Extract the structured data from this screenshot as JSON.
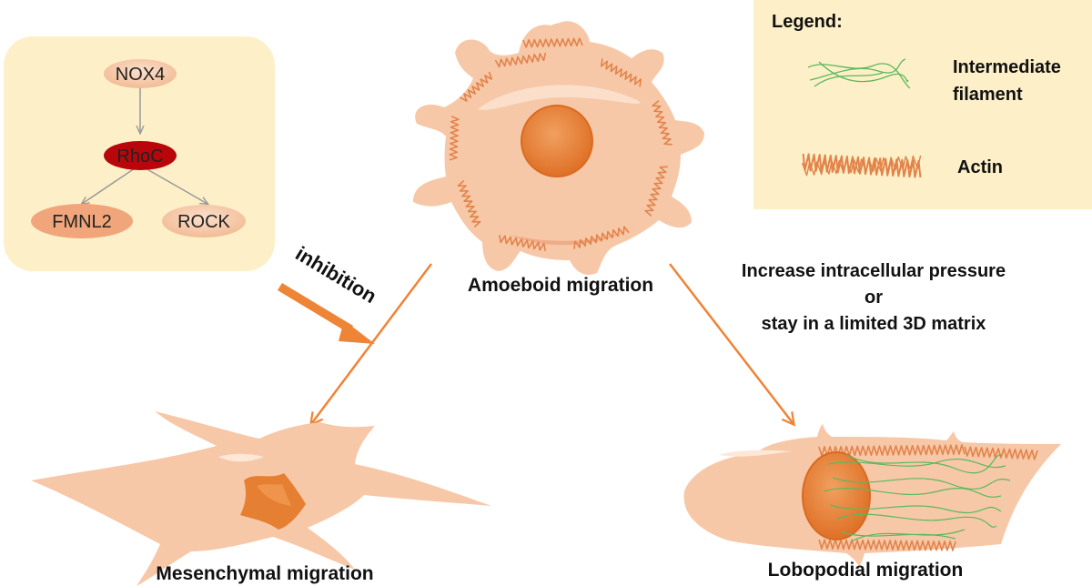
{
  "pathway": {
    "nodes": [
      "NOX4",
      "RhoC",
      "FMNL2",
      "ROCK"
    ]
  },
  "inhibition_label": "inhibition",
  "legend": {
    "title": "Legend:",
    "intermediate_filament_line1": "Intermediate",
    "intermediate_filament_line2": "filament",
    "actin": "Actin"
  },
  "cells": {
    "amoeboid": "Amoeboid migration",
    "mesenchymal": "Mesenchymal migration",
    "lobopodial": "Lobopodial migration"
  },
  "conditions": {
    "line1": "Increase intracellular pressure",
    "line2": "or",
    "line3": "stay in a limited 3D matrix"
  },
  "colors": {
    "panel": "#fdf0c8",
    "cell": "#f7c8a8",
    "nucleus": "#e57f31",
    "arrow": "#ee8436",
    "rhoc": "#b8060b",
    "filament": "#5cb85c",
    "actin": "#e2834a"
  }
}
